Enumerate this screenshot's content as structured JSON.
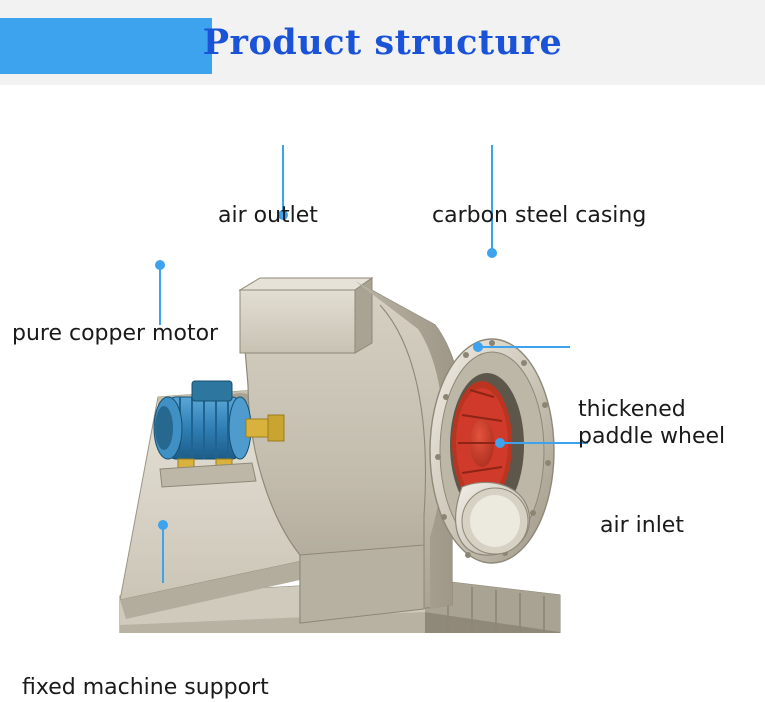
{
  "header": {
    "title": "Product structure",
    "accent_color": "#3da3ef",
    "title_color": "#1a52d8",
    "background": "#f2f2f2"
  },
  "diagram": {
    "subject": "industrial centrifugal blower fan",
    "callout_line_color": "#3da3ef",
    "labels": [
      {
        "name": "air-outlet",
        "text": "air outlet"
      },
      {
        "name": "carbon-steel-casing",
        "text": "carbon steel casing"
      },
      {
        "name": "pure-copper-motor",
        "text": "pure copper motor"
      },
      {
        "name": "thickened-paddle-wheel",
        "text": "thickened\npaddle wheel"
      },
      {
        "name": "thickened-paddle-wheel-line1",
        "text": "thickened"
      },
      {
        "name": "thickened-paddle-wheel-line2",
        "text": "paddle wheel"
      },
      {
        "name": "air-inlet",
        "text": "air inlet"
      },
      {
        "name": "fixed-machine-support",
        "text": "fixed machine support"
      }
    ],
    "colors": {
      "casing_light": "#d8d3c6",
      "casing_mid": "#bdb7a8",
      "casing_dark": "#a49d8d",
      "impeller_red": "#cf3a2a",
      "motor_blue": "#2f7fb5",
      "base_grey": "#c9c4b6"
    }
  }
}
